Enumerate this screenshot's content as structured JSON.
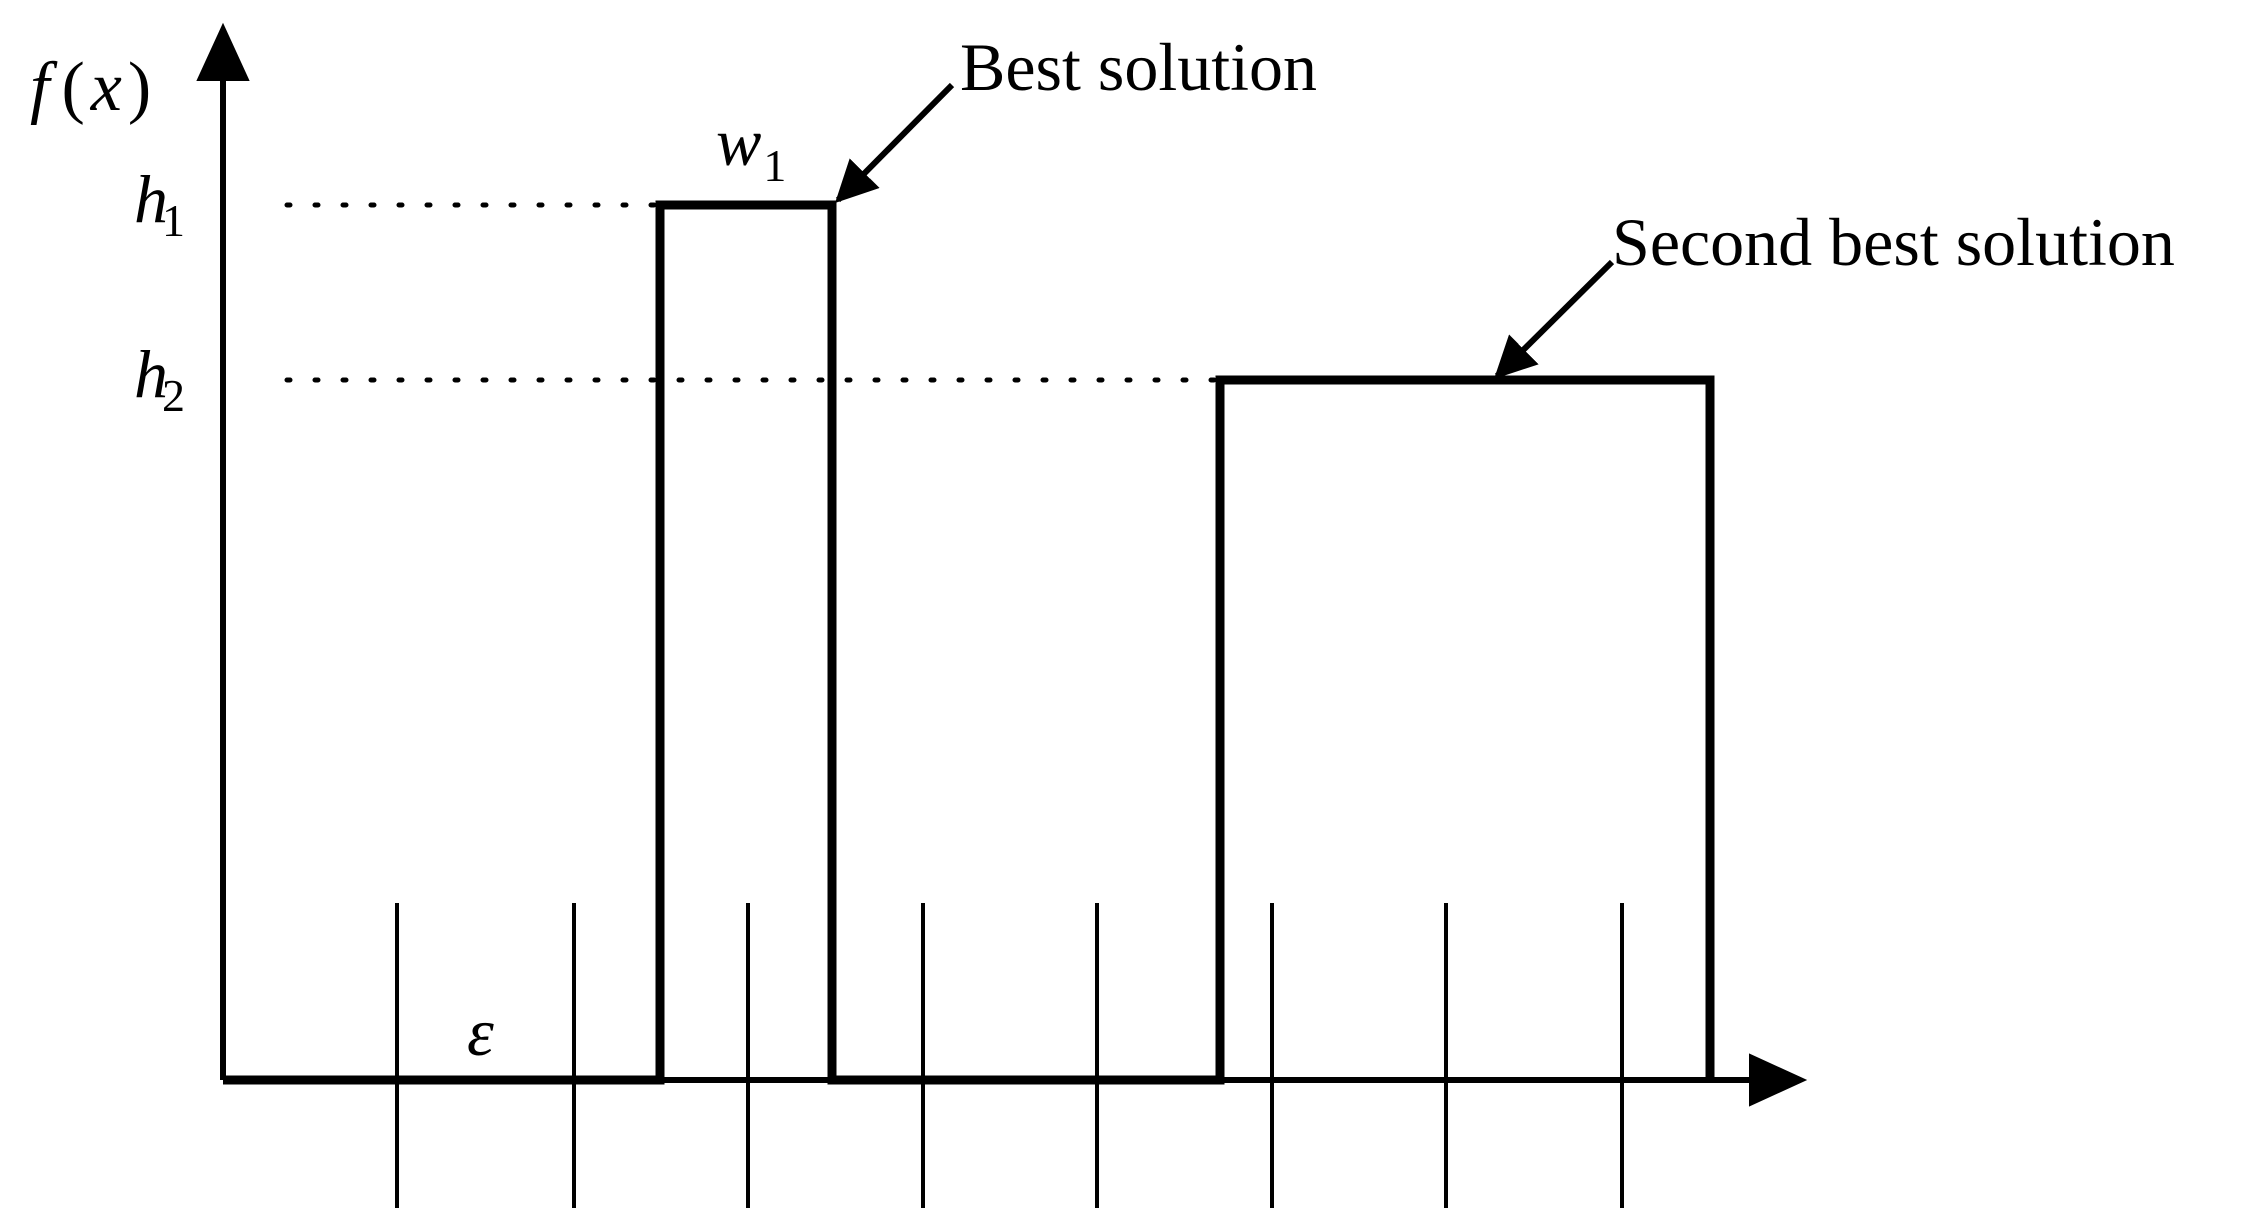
{
  "labels": {
    "y_axis": {
      "func": "f",
      "open": "(",
      "var": "x",
      "close": ")"
    },
    "h1": {
      "base": "h",
      "sub": "1"
    },
    "h2": {
      "base": "h",
      "sub": "2"
    },
    "w1": {
      "base": "w",
      "sub": "1"
    },
    "epsilon": "ε",
    "best": "Best solution",
    "second_best": "Second best solution"
  },
  "colors": {
    "stroke": "#000000",
    "background": "#ffffff"
  }
}
